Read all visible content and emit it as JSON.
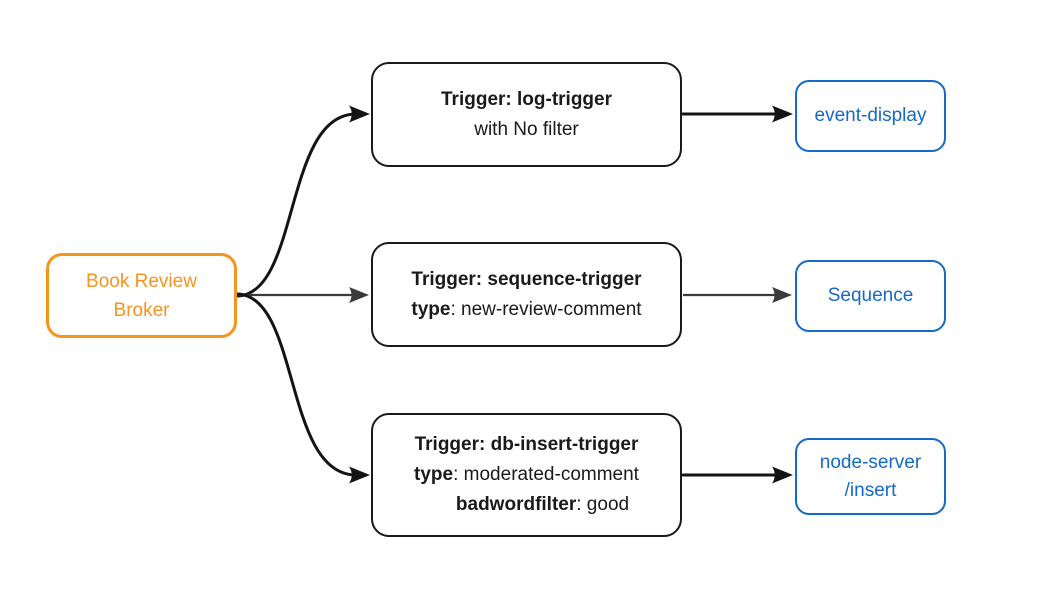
{
  "diagram": {
    "type": "event-flow",
    "colors": {
      "broker_orange": "#F7941E",
      "sink_blue": "#1569C7",
      "node_black": "#1a1a1a",
      "edge_gray": "#3b3b3b",
      "background": "#ffffff"
    },
    "broker": {
      "line1": "Book Review",
      "line2": "Broker"
    },
    "triggers": [
      {
        "title": "Trigger: log-trigger",
        "subtitle": "with No filter"
      },
      {
        "title": "Trigger: sequence-trigger",
        "attr_key": "type",
        "attr_val": ": new-review-comment"
      },
      {
        "title": "Trigger: db-insert-trigger",
        "attr1_key": "type",
        "attr1_val": ": moderated-comment",
        "attr2_key": "badwordfilter",
        "attr2_val": ": good"
      }
    ],
    "sinks": [
      {
        "line1": "event-display"
      },
      {
        "line1": "Sequence"
      },
      {
        "line1": "node-server",
        "line2": "/insert"
      }
    ],
    "edges": [
      {
        "from": "broker",
        "to": "log-trigger",
        "style": "curved-black"
      },
      {
        "from": "broker",
        "to": "sequence-trigger",
        "style": "straight-gray"
      },
      {
        "from": "broker",
        "to": "db-insert-trigger",
        "style": "curved-black"
      },
      {
        "from": "log-trigger",
        "to": "event-display",
        "style": "straight-black"
      },
      {
        "from": "sequence-trigger",
        "to": "Sequence",
        "style": "straight-gray"
      },
      {
        "from": "db-insert-trigger",
        "to": "node-server/insert",
        "style": "straight-black"
      }
    ]
  }
}
